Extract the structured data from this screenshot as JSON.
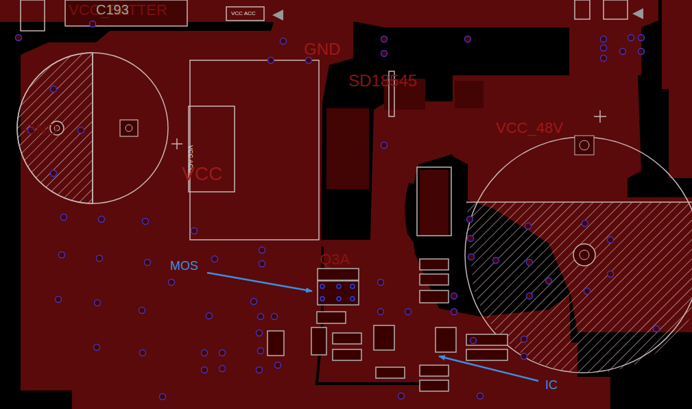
{
  "diagram": {
    "labels": [
      "VCC_BATTER",
      "C193",
      "VCC ACC",
      "GND",
      "SD18545",
      "GND",
      "VCC ACC",
      "VCC",
      "VCC_48V",
      "Q3A",
      "MOS",
      "IC"
    ]
  }
}
